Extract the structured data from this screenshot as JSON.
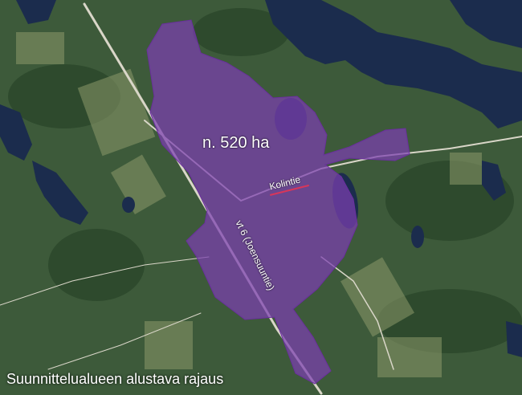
{
  "map": {
    "area_label": "n. 520 ha",
    "road_kolintie": "Kolintie",
    "road_vt6": "vt 6 (Joensuuntie)",
    "caption": "Suunnittelualueen alustava rajaus",
    "colors": {
      "forest": "#3d5a3a",
      "forest_dark": "#2e4a2d",
      "field": "#8c9a6a",
      "water": "#1b2c4d",
      "road": "#d9d6c8",
      "boundary_fill": "#7c3fb0",
      "highlight": "#d8365a"
    }
  }
}
